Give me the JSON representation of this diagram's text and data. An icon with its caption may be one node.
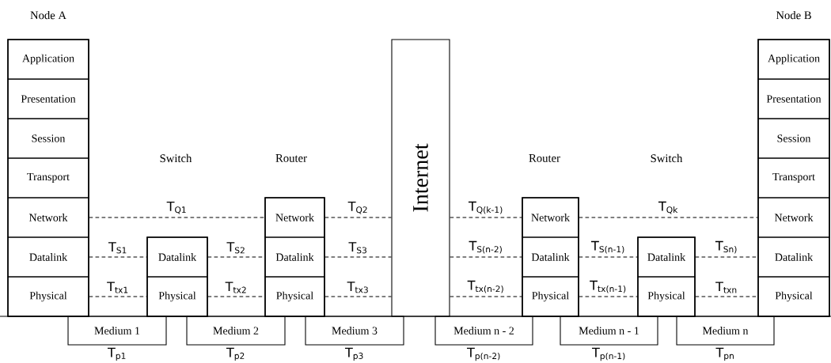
{
  "diagram": {
    "nodes": [
      {
        "text": [
          "Node A"
        ]
      },
      {
        "text": [
          "Application"
        ],
        "in": 0
      },
      {
        "text": [
          "Presentation"
        ],
        "in": 0
      },
      {
        "text": [
          "Session"
        ],
        "in": 0
      },
      {
        "text": [
          "Transport"
        ],
        "in": 0
      },
      {
        "text": [
          "Network"
        ],
        "in": 0
      },
      {
        "text": [
          "Datalink"
        ],
        "in": 0
      },
      {
        "text": [
          "Physical"
        ],
        "in": 0
      },
      {
        "text": [],
        "shape": "box"
      },
      {
        "text": [
          "Datalink"
        ],
        "in": 8
      },
      {
        "text": [
          "Physical"
        ],
        "in": 8
      },
      {
        "text": [],
        "shape": "box"
      },
      {
        "text": [
          "Network"
        ],
        "in": 11
      },
      {
        "text": [
          "Datalink"
        ],
        "in": 11
      },
      {
        "text": [
          "Physical"
        ],
        "in": 11
      },
      {
        "text": [
          "Internet"
        ]
      },
      {
        "text": [],
        "shape": "box"
      },
      {
        "text": [
          "Network"
        ],
        "in": 16
      },
      {
        "text": [
          "Datalink"
        ],
        "in": 16
      },
      {
        "text": [
          "Physical"
        ],
        "in": 16
      },
      {
        "text": [],
        "shape": "box"
      },
      {
        "text": [
          "Datalink"
        ],
        "in": 20
      },
      {
        "text": [
          "Physical"
        ],
        "in": 20
      },
      {
        "text": [
          "Node B"
        ]
      },
      {
        "text": [
          "Application"
        ],
        "in": 23
      },
      {
        "text": [
          "Presentation"
        ],
        "in": 23
      },
      {
        "text": [
          "Session"
        ],
        "in": 23
      },
      {
        "text": [
          "Transport"
        ],
        "in": 23
      },
      {
        "text": [
          "Network"
        ],
        "in": 23
      },
      {
        "text": [
          "Datalink"
        ],
        "in": 23
      },
      {
        "text": [
          "Physical"
        ],
        "in": 23
      },
      {
        "text": [
          "Medium 1"
        ],
        "beside": [
          "T$_{p1}$"
        ]
      },
      {
        "text": [
          "Medium 2"
        ],
        "beside": [
          "T$_{p2}$"
        ]
      },
      {
        "text": [
          "Medium 3"
        ],
        "beside": [
          "T$_{p3}$"
        ]
      },
      {
        "text": [
          "Medium n - 2"
        ],
        "beside": [
          "T$_{p(n-2)}$"
        ]
      },
      {
        "text": [
          "Medium n - 1"
        ],
        "beside": [
          "T$_{p(n-1)}$"
        ]
      },
      {
        "text": [
          "Medium n"
        ],
        "beside": [
          "T$_{pn}$"
        ]
      }
    ],
    "edges": [
      {
        "from": 5,
        "to": 12,
        "arrow": "none",
        "style": "dashed",
        "label": "T$_{Q1}$"
      },
      {
        "from": 12,
        "to": 15,
        "arrow": "none",
        "style": "dashed",
        "label": "T$_{Q2}$"
      },
      {
        "from": 15,
        "to": 17,
        "arrow": "none",
        "style": "dashed",
        "label": "T$_{Q(k-1)}$"
      },
      {
        "from": 17,
        "to": 28,
        "arrow": "none",
        "style": "dashed",
        "label": "T$_{Qk}$"
      },
      {
        "from": 6,
        "to": 9,
        "arrow": "none",
        "style": "dashed",
        "label": "T$_{S1}$"
      },
      {
        "from": 9,
        "to": 13,
        "arrow": "none",
        "style": "dashed",
        "label": "T$_{S2}$"
      },
      {
        "from": 13,
        "to": 15,
        "arrow": "none",
        "style": "dashed",
        "label": "T$_{S3}$"
      },
      {
        "from": 15,
        "to": 18,
        "arrow": "none",
        "style": "dashed",
        "label": "T$_{S(n-2)}$"
      },
      {
        "from": 18,
        "to": 21,
        "arrow": "none",
        "style": "dashed",
        "label": "T$_{S(n-1)}$"
      },
      {
        "from": 21,
        "to": 29,
        "arrow": "none",
        "style": "dashed",
        "label": "T$_{Sn)}$"
      },
      {
        "from": 7,
        "to": 10,
        "arrow": "none",
        "style": "dashed",
        "label": "T$_{tx1}$"
      },
      {
        "from": 10,
        "to": 14,
        "arrow": "none",
        "style": "dashed",
        "label": "T$_{tx2}$"
      },
      {
        "from": 14,
        "to": 15,
        "arrow": "none",
        "style": "dashed",
        "label": "T$_{tx3}$"
      },
      {
        "from": 15,
        "to": 19,
        "arrow": "none",
        "style": "dashed",
        "label": "T$_{tx(n-2)}$"
      },
      {
        "from": 19,
        "to": 22,
        "arrow": "none",
        "style": "dashed",
        "label": "T$_{tx(n-1)}$"
      },
      {
        "from": 22,
        "to": 30,
        "arrow": "none",
        "style": "dashed",
        "label": "T$_{txn}$"
      }
    ],
    "labels": [
      "Switch",
      "Router",
      "Router",
      "Switch"
    ]
  }
}
